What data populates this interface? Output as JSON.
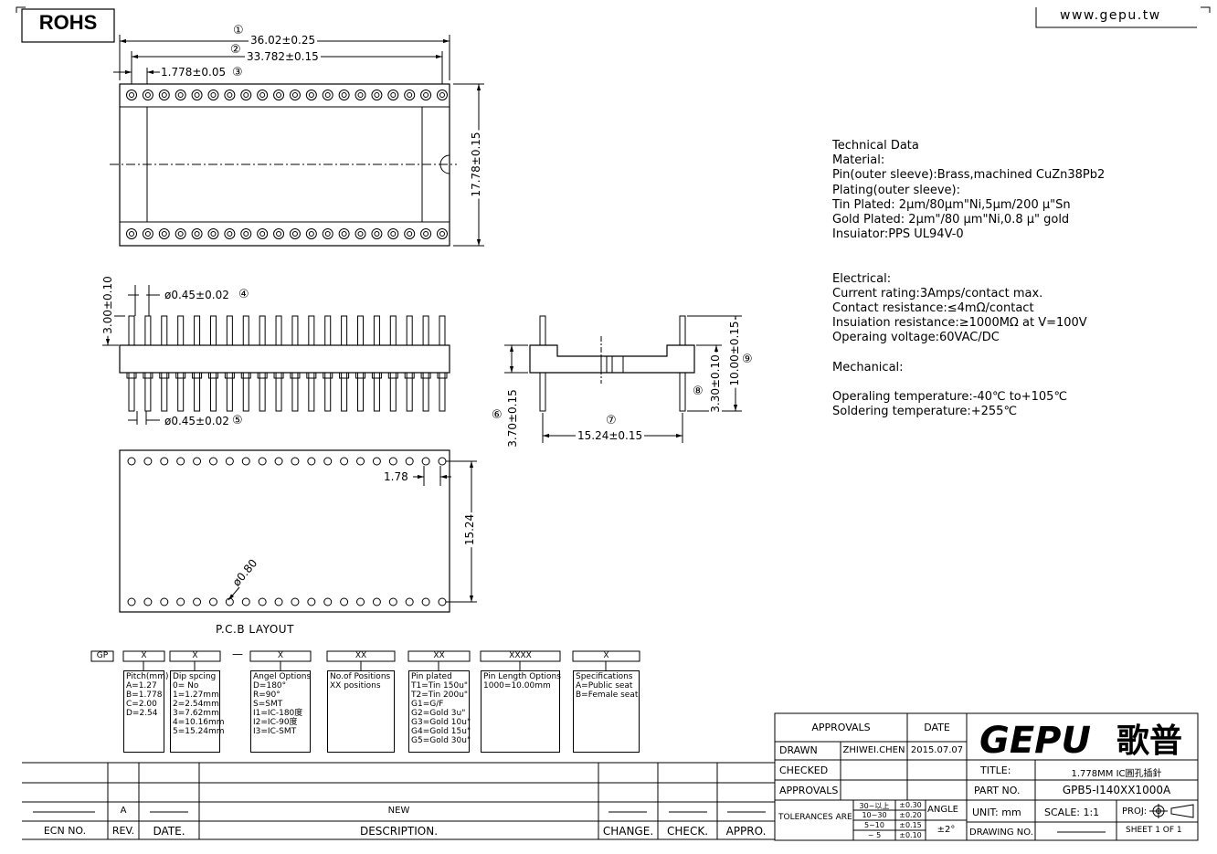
{
  "header": {
    "rohs": "ROHS",
    "website": "www.gepu.tw"
  },
  "top_view": {
    "dims": [
      {
        "label": "36.02±0.25",
        "ref": "①"
      },
      {
        "label": "33.782±0.15",
        "ref": "②"
      },
      {
        "label": "1.778±0.05",
        "ref": "③"
      },
      {
        "label": "17.78±0.15"
      }
    ]
  },
  "side_view": {
    "dims": [
      {
        "label": "3.00±0.10"
      },
      {
        "label": "ø0.45±0.02",
        "ref": "④"
      },
      {
        "label": "ø0.45±0.02",
        "ref": "⑤"
      }
    ]
  },
  "end_view": {
    "dims": [
      {
        "label": "3.70±0.15",
        "ref": "⑥"
      },
      {
        "label": "15.24±0.15",
        "ref": "⑦"
      },
      {
        "label": "3.30±0.10",
        "ref": "⑧"
      },
      {
        "label": "10.00±0.15",
        "ref": "⑨"
      }
    ]
  },
  "pcb": {
    "title": "P.C.B LAYOUT",
    "pitch": "1.78",
    "span": "15.24",
    "hole": "ø0.80"
  },
  "tech_data": [
    "Technical Data",
    "Material:",
    "Pin(outer sleeve):Brass,machined CuZn38Pb2",
    "Plating(outer sleeve):",
    "Tin Plated: 2µm/80µm\"Ni,5µm/200 µ\"Sn",
    "Gold Plated: 2µm\"/80 µm\"Ni,0.8 µ\" gold",
    "Insuiator:PPS UL94V-0",
    "",
    "",
    "Electrical:",
    "Current rating:3Amps/contact max.",
    "Contact resistance:≤4mΩ/contact",
    "Insuiation resistance:≥1000MΩ at V=100V",
    "Operaing voltage:60VAC/DC",
    "",
    "Mechanical:",
    "",
    "Operaling temperature:-40℃  to+105℃",
    "Soldering temperature:+255℃"
  ],
  "part_code": {
    "prefix": "GP",
    "fields": [
      "X",
      "X",
      "X",
      "XX",
      "XX",
      "XXXX",
      "X"
    ],
    "dash": "—"
  },
  "option_boxes": [
    {
      "title": "Pitch(mm)",
      "lines": [
        "A=1.27",
        "B=1.778",
        "C=2.00",
        "D=2.54"
      ]
    },
    {
      "title": "Dip spcing",
      "lines": [
        "0= No",
        "1=1.27mm",
        "2=2.54mm",
        "3=7.62mm",
        "4=10.16mm",
        "5=15.24mm"
      ]
    },
    {
      "title": "Angel Options",
      "lines": [
        "D=180°",
        "R=90°",
        "S=SMT",
        "I1=IC-180度",
        "I2=IC-90度",
        "I3=IC-SMT"
      ]
    },
    {
      "title": "No.of Positions",
      "lines": [
        "XX positions"
      ]
    },
    {
      "title": "Pin plated",
      "lines": [
        "T1=Tin 150u\"",
        "T2=Tin 200u\"",
        "G1=G/F",
        "G2=Gold 3u\"",
        "G3=Gold 10u\"",
        "G4=Gold 15u\"",
        "G5=Gold 30u\""
      ]
    },
    {
      "title": "Pin Length Options",
      "lines": [
        "1000=10.00mm"
      ]
    },
    {
      "title": "Specifications",
      "lines": [
        "A=Public seat",
        "B=Female seat"
      ]
    }
  ],
  "revision": {
    "rev": "A",
    "description": "NEW",
    "headers": [
      "ECN NO.",
      "REV.",
      "DATE.",
      "DESCRIPTION.",
      "CHANGE.",
      "CHECK.",
      "APPRO."
    ]
  },
  "title_block": {
    "approvals": "APPROVALS",
    "date": "DATE",
    "drawn": "DRAWN",
    "drawn_by": "ZHIWEI.CHEN",
    "drawn_date": "2015.07.07",
    "checked": "CHECKED",
    "approvals2": "APPROVALS",
    "logo": "GEPU",
    "logo_cn": "歌普",
    "title_label": "TITLE:",
    "title_value": "1.778MM IC圓孔插針",
    "part_label": "PART NO.",
    "part_value": "GPB5-I140XX1000A",
    "tolerances": "TOLERANCES ARE",
    "tol_rows": [
      {
        "range": "30~以上",
        "tol": "±0.30"
      },
      {
        "range": "10~30",
        "tol": "±0.20"
      },
      {
        "range": "5~10",
        "tol": "±0.15"
      },
      {
        "range": "~ 5",
        "tol": "±0.10"
      }
    ],
    "angle_label": "ANGLE",
    "angle_value": "±2°",
    "unit": "UNIT: mm",
    "scale": "SCALE:  1:1",
    "proj": "PROJ:",
    "drawing_no": "DRAWING NO.",
    "sheet": "SHEET  1  OF  1"
  },
  "colors": {
    "ink": "#000000",
    "background": "#ffffff"
  }
}
